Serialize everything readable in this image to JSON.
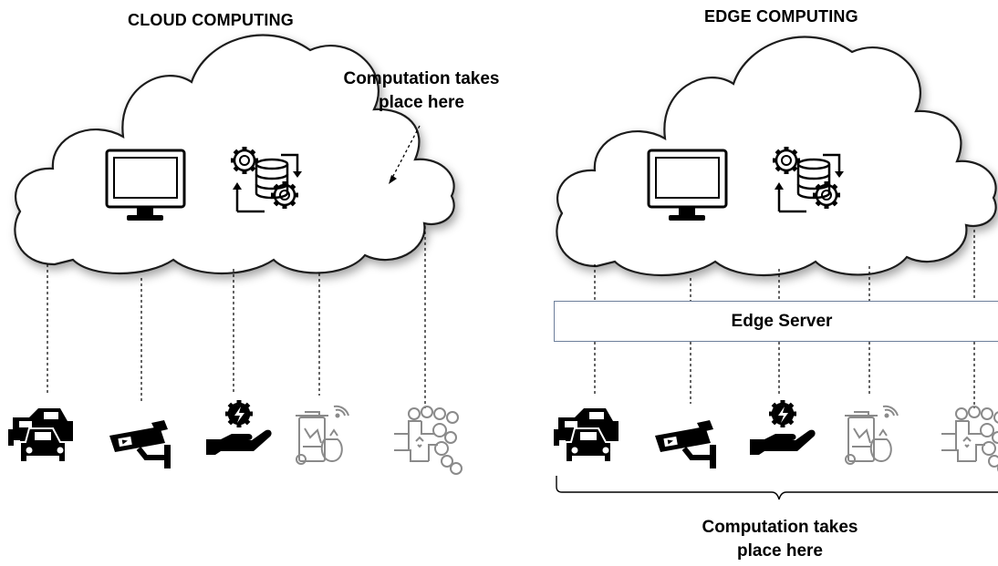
{
  "left_panel": {
    "title": "CLOUD COMPUTING",
    "annotation": [
      "Computation takes",
      "place here"
    ],
    "icons": [
      "monitor-icon",
      "database-gears-icon"
    ],
    "devices": [
      "cars-icon",
      "surveillance-camera-icon",
      "energy-hand-icon",
      "smart-bin-icon",
      "smart-city-map-icon"
    ]
  },
  "right_panel": {
    "title": "EDGE COMPUTING",
    "edge_server_label": "Edge Server",
    "annotation": [
      "Computation takes",
      "place here"
    ],
    "icons": [
      "monitor-icon",
      "database-gears-icon"
    ],
    "devices": [
      "cars-icon",
      "surveillance-camera-icon",
      "energy-hand-icon",
      "smart-bin-icon",
      "smart-city-map-icon"
    ]
  },
  "colors": {
    "line": "#000000",
    "cloud_stroke": "#1a1a1a",
    "edge_box_border": "#6d7f9b",
    "faded_icon": "#8a8a8a"
  }
}
